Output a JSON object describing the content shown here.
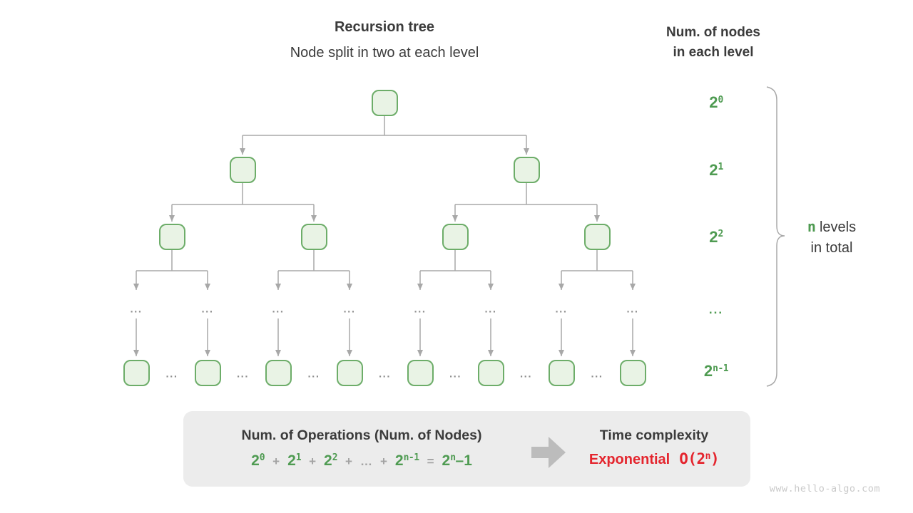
{
  "colors": {
    "green_text": "#4f9b52",
    "node_border": "#6dad69",
    "node_fill": "#e9f3e5",
    "line_gray": "#a8a8a8",
    "dots_gray": "#8d8d8d",
    "dark_text": "#3b3b3b",
    "red_text": "#e4252e",
    "box_bg": "#ececec",
    "block_arrow": "#bcbcbc",
    "op_gray": "#a3a3a3",
    "watermark": "#cacaca"
  },
  "header": {
    "title": "Recursion tree",
    "subtitle": "Node split in two at each level"
  },
  "right_header": {
    "line1": "Num. of nodes",
    "line2": "in each level"
  },
  "tree": {
    "node_ellipsis": "...",
    "levels": [
      {
        "type": "pow",
        "base": "2",
        "sup": "0"
      },
      {
        "type": "pow",
        "base": "2",
        "sup": "1"
      },
      {
        "type": "pow",
        "base": "2",
        "sup": "2"
      },
      {
        "type": "ellipsis",
        "label": "..."
      },
      {
        "type": "pow",
        "base": "2",
        "sup": "n-1"
      }
    ]
  },
  "brace_note": {
    "n": "n",
    "line1": "levels",
    "line2": "in total"
  },
  "summary": {
    "left_title": "Num. of Operations (Num. of Nodes)",
    "formula": [
      {
        "base": "2",
        "sup": "0"
      },
      {
        "op": "+"
      },
      {
        "base": "2",
        "sup": "1"
      },
      {
        "op": "+"
      },
      {
        "base": "2",
        "sup": "2"
      },
      {
        "op": "+"
      },
      {
        "op": "…"
      },
      {
        "op": "+"
      },
      {
        "base": "2",
        "sup": "n-1"
      },
      {
        "op": "="
      },
      {
        "base": "2",
        "sup": "n",
        "tail": "–1"
      }
    ],
    "right_title": "Time complexity",
    "complexity_name": "Exponential",
    "complexity_o": {
      "open": "O(2",
      "sup": "n",
      "close": ")"
    }
  },
  "watermark": "www.hello-algo.com"
}
